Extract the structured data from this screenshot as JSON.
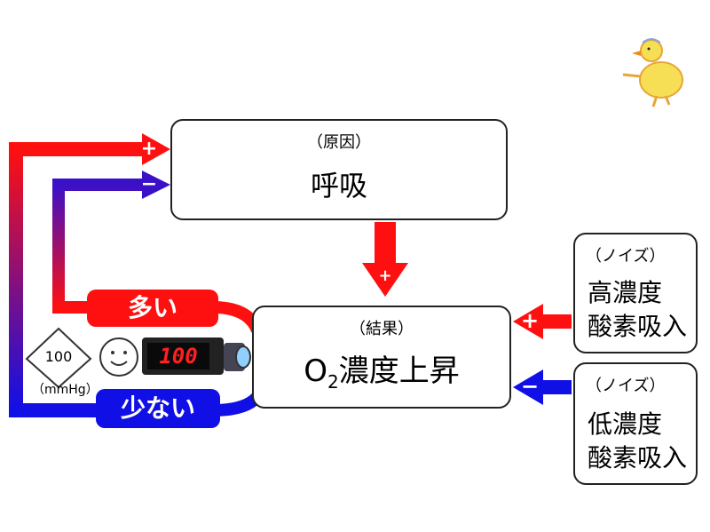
{
  "cause_box": {
    "tag": "（原因）",
    "title": "呼吸"
  },
  "result_box": {
    "tag": "（結果）",
    "title_o": "O",
    "title_sub": "2",
    "title_rest": "濃度上昇"
  },
  "noise_high": {
    "tag": "（ノイズ）",
    "line1": "高濃度",
    "line2": "酸素吸入"
  },
  "noise_low": {
    "tag": "（ノイズ）",
    "line1": "低濃度",
    "line2": "酸素吸入"
  },
  "feedback": {
    "many_label": "多い",
    "few_label": "少ない",
    "plus": "+",
    "minus": "−"
  },
  "sensor": {
    "value": "100",
    "unit": "（mmHg）",
    "display": "100",
    "face": "☺"
  },
  "colors": {
    "red": "#ff1010",
    "blue": "#1010e6",
    "purple": "#5a0f9a"
  }
}
